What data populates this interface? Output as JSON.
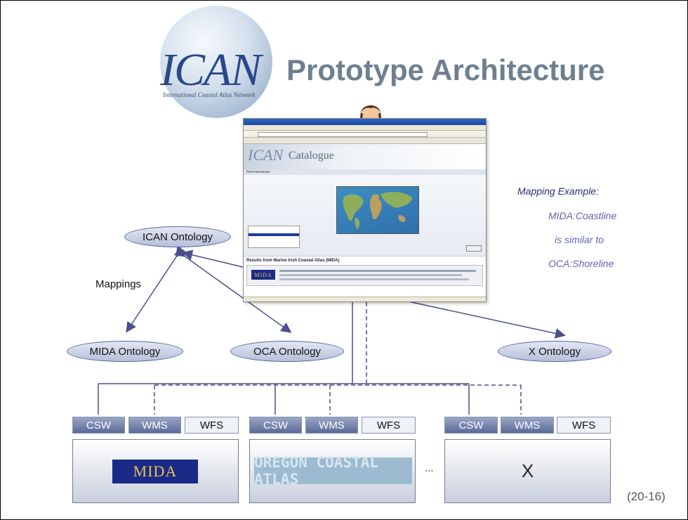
{
  "logo": {
    "text": "ICAN",
    "subtitle": "International Coastal Atlas Network"
  },
  "title": "Prototype Architecture",
  "ontologies": {
    "ican": "ICAN Ontology",
    "mida": "MIDA Ontology",
    "oca": "OCA Ontology",
    "x": "X Ontology"
  },
  "mappings_label": "Mappings",
  "mapping_example": {
    "heading": "Mapping Example:",
    "line1": "MIDA:Coastline",
    "line2": "is similar to",
    "line3": "OCA:Shoreline"
  },
  "catalogue_screenshot": {
    "header_logo": "ICAN",
    "header_title": "Catalogue",
    "find_label": "Find resources",
    "results_heading": "Results from Marine Irish Coastal Atlas (MIDA)",
    "result_logo": "MIDA"
  },
  "services": [
    {
      "csw": "CSW",
      "wms": "WMS",
      "wfs": "WFS"
    },
    {
      "csw": "CSW",
      "wms": "WMS",
      "wfs": "WFS"
    },
    {
      "csw": "CSW",
      "wms": "WMS",
      "wfs": "WFS"
    }
  ],
  "atlases": {
    "mida": "MIDA",
    "oca": "OREGON COASTAL ATLAS",
    "ellipsis": "...",
    "x": "X"
  },
  "page_number": "(20-16)",
  "colors": {
    "title": "#6f7f8f",
    "ellipse_border": "#5b64a8",
    "mapping_text": "#6063b0"
  }
}
